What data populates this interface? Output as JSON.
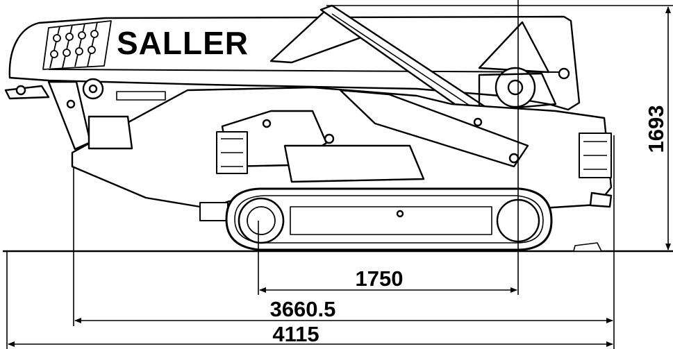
{
  "brand": "SALLER",
  "dimensions": {
    "height": "1693",
    "track_centers": "1750",
    "length_retracted": "3660.5",
    "length_overall": "4115"
  }
}
